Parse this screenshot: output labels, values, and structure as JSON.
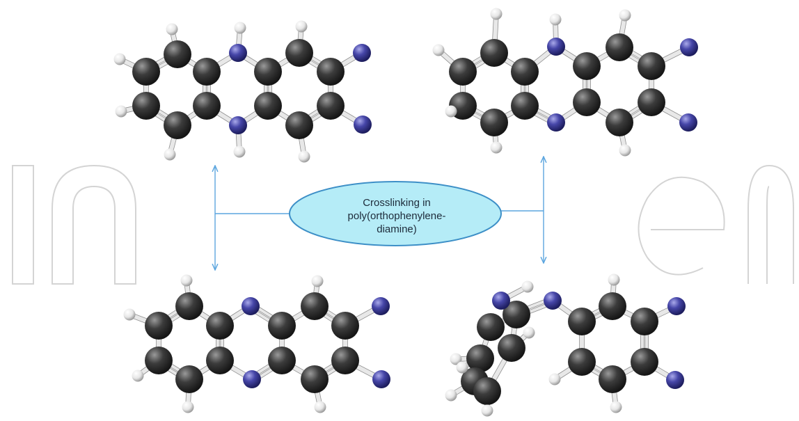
{
  "center_label": {
    "lines": [
      "Crosslinking in",
      "poly(orthophenylene-",
      "diamine)"
    ]
  },
  "colors": {
    "carbon": "#3a3a3a",
    "nitrogen": "#3f3fa0",
    "hydrogen": "#eeeeee",
    "ellipse_fill": "#b5ecf7",
    "ellipse_stroke": "#3d8fc7",
    "arrow": "#5ca6df",
    "watermark": "#d4d4d4"
  },
  "molecules": [
    {
      "id": "top-left-dihydrophenazine-diamine"
    },
    {
      "id": "top-right-phenazine-diamine-nh"
    },
    {
      "id": "bottom-left-phenazine-diamine"
    },
    {
      "id": "bottom-right-nonplanar-diamine"
    }
  ]
}
